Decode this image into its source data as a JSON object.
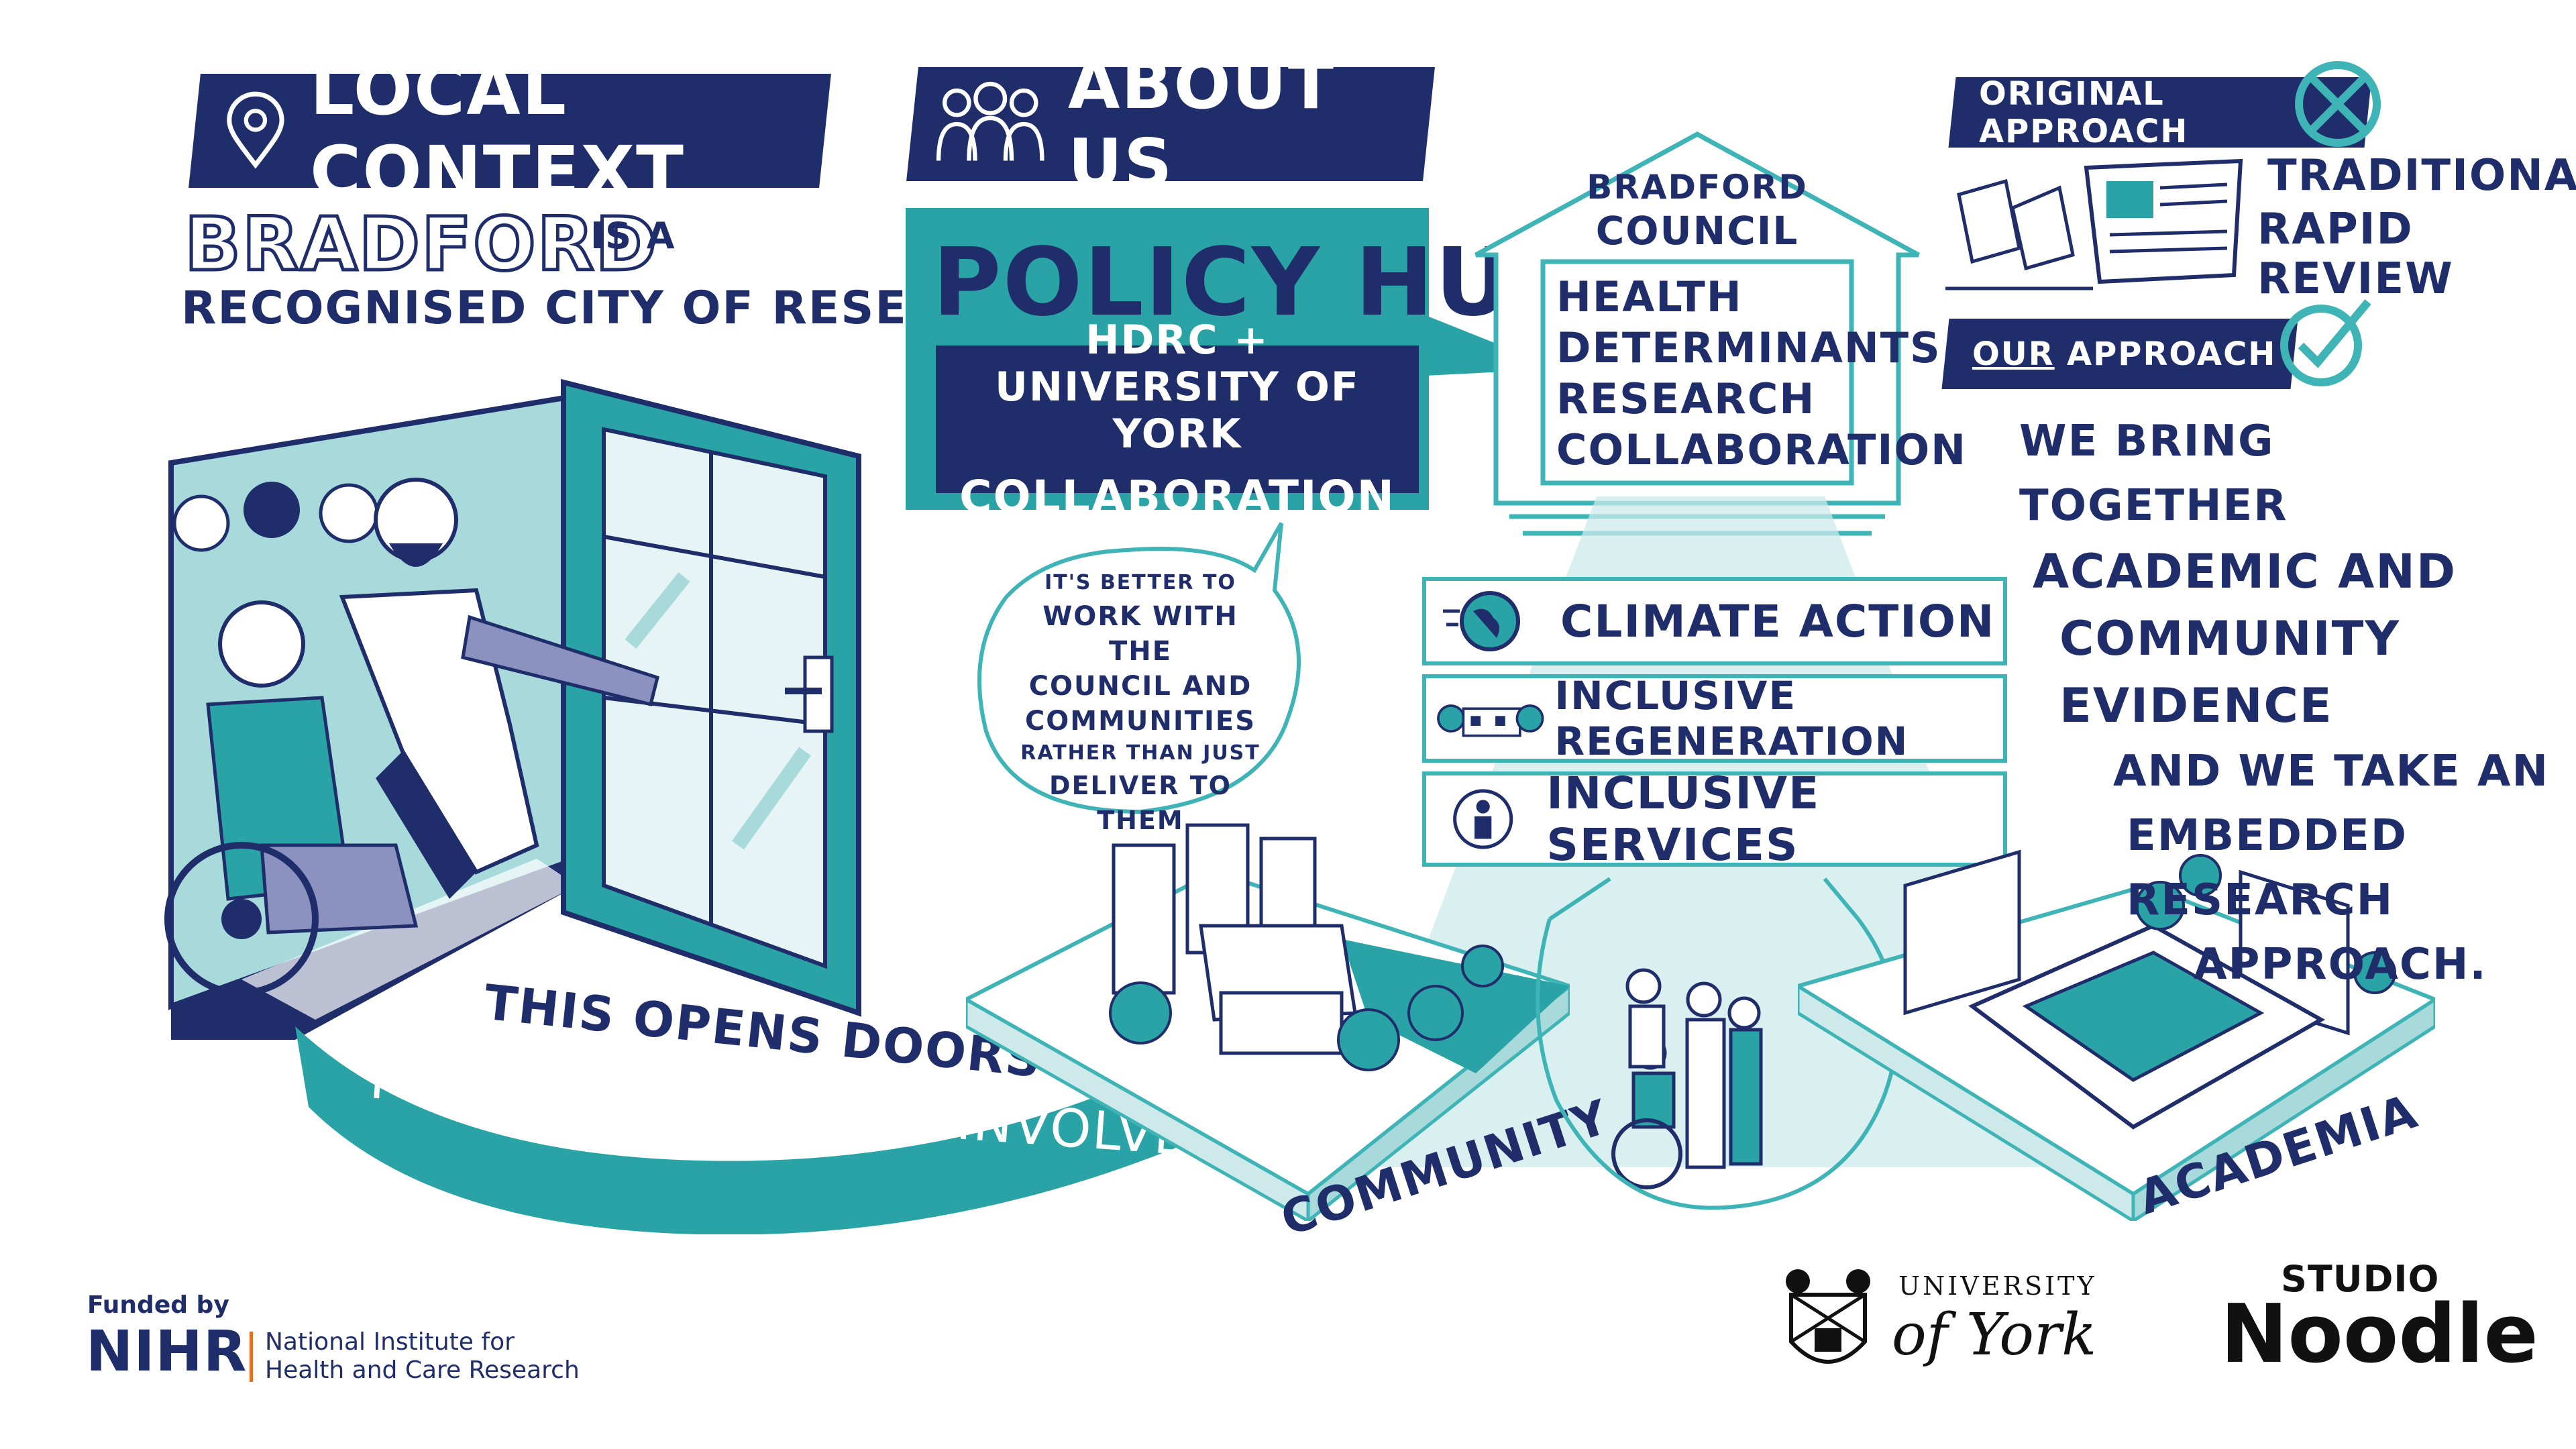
{
  "local_context": {
    "title": "LOCAL CONTEXT",
    "bradford": "BRADFORD",
    "is_a": "IS A",
    "line2": "RECOGNISED CITY OF RESEARCH"
  },
  "about_us": {
    "title": "ABOUT US",
    "policy_hub": "POLICY HUB",
    "collab_line1": "HDRC + UNIVERSITY OF YORK",
    "collab_line2": "COLLABORATION"
  },
  "council": {
    "title_line1": "BRADFORD",
    "title_line2": "COUNCIL",
    "inner_lines": [
      "HEALTH",
      "DETERMINANTS",
      "RESEARCH",
      "COLLABORATION"
    ]
  },
  "themes": [
    {
      "label": "CLIMATE ACTION",
      "icon": "globe-icon"
    },
    {
      "label": "INCLUSIVE REGENERATION",
      "icon": "building-icon"
    },
    {
      "label": "INCLUSIVE SERVICES",
      "icon": "info-person-icon"
    }
  ],
  "approach": {
    "original_label": "ORIGINAL APPROACH",
    "traditional_line1": "TRADITIONAL",
    "traditional_line2": "RAPID REVIEW",
    "our_word": "OUR",
    "our_rest": "APPROACH",
    "statement_lines": [
      "WE BRING TOGETHER",
      "ACADEMIC AND",
      "COMMUNITY EVIDENCE",
      "AND WE TAKE AN",
      "EMBEDDED RESEARCH",
      "APPROACH."
    ]
  },
  "speech": {
    "lines": [
      "IT'S BETTER TO",
      "WORK WITH THE",
      "COUNCIL AND",
      "COMMUNITIES",
      "RATHER THAN JUST",
      "DELIVER TO THEM"
    ]
  },
  "doors": {
    "line1": "THIS OPENS DOORS",
    "line2": "PEOPLE WANT TO BE INVOLVED"
  },
  "labels": {
    "community": "COMMUNITY",
    "academia": "ACADEMIA"
  },
  "footer": {
    "funded_by": "Funded by",
    "nihr": "NIHR",
    "nihr_line1": "National Institute for",
    "nihr_line2": "Health and Care Research",
    "york_univ": "UNIVERSITY",
    "york_of": "of York",
    "studio": "STUDIO",
    "noodle": "Noodle"
  },
  "colors": {
    "navy": "#1f2d6b",
    "teal": "#2aa3a6",
    "light_teal": "#cde9ea",
    "accent_orange": "#e36f1e"
  }
}
